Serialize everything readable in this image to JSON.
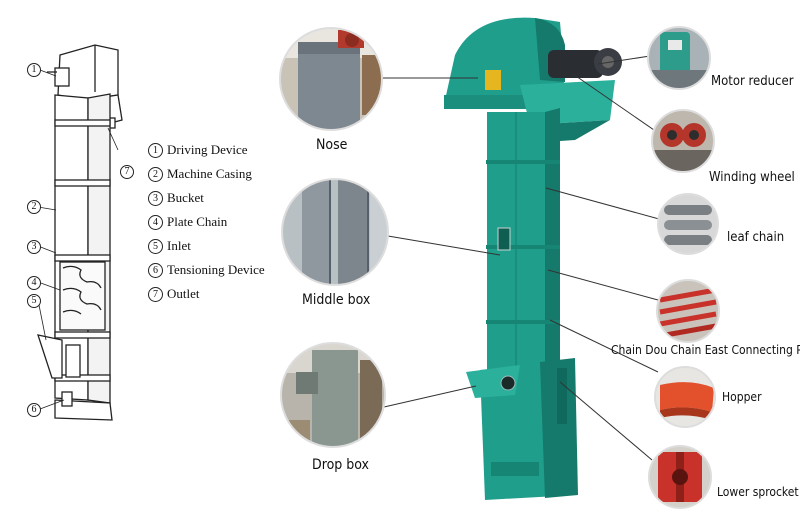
{
  "legend": {
    "items": [
      {
        "n": "1",
        "label": "Driving Device"
      },
      {
        "n": "2",
        "label": "Machine Casing"
      },
      {
        "n": "3",
        "label": "Bucket"
      },
      {
        "n": "4",
        "label": "Plate Chain"
      },
      {
        "n": "5",
        "label": "Inlet"
      },
      {
        "n": "6",
        "label": "Tensioning Device"
      },
      {
        "n": "7",
        "label": "Outlet"
      }
    ]
  },
  "sketch_markers": [
    "1",
    "2",
    "3",
    "4",
    "5",
    "6",
    "7"
  ],
  "left_callouts": {
    "nose": "Nose",
    "middle_box": "Middle box",
    "drop_box": "Drop box"
  },
  "right_callouts": {
    "motor_reducer": "Motor reducer",
    "winding_wheel": "Winding wheel",
    "leaf_chain": "leaf chain",
    "chain_connecting": "Chain Dou Chain East Connecting Party",
    "hopper": "Hopper",
    "lower_sprocket": "Lower sprocket"
  },
  "colors": {
    "machine_teal": "#1f9e8c",
    "machine_dark": "#157a6b",
    "steel_grey": "#8b96a0",
    "red_part": "#c8322a",
    "orange_hopper": "#e2502c",
    "line": "#2a2a2a"
  }
}
